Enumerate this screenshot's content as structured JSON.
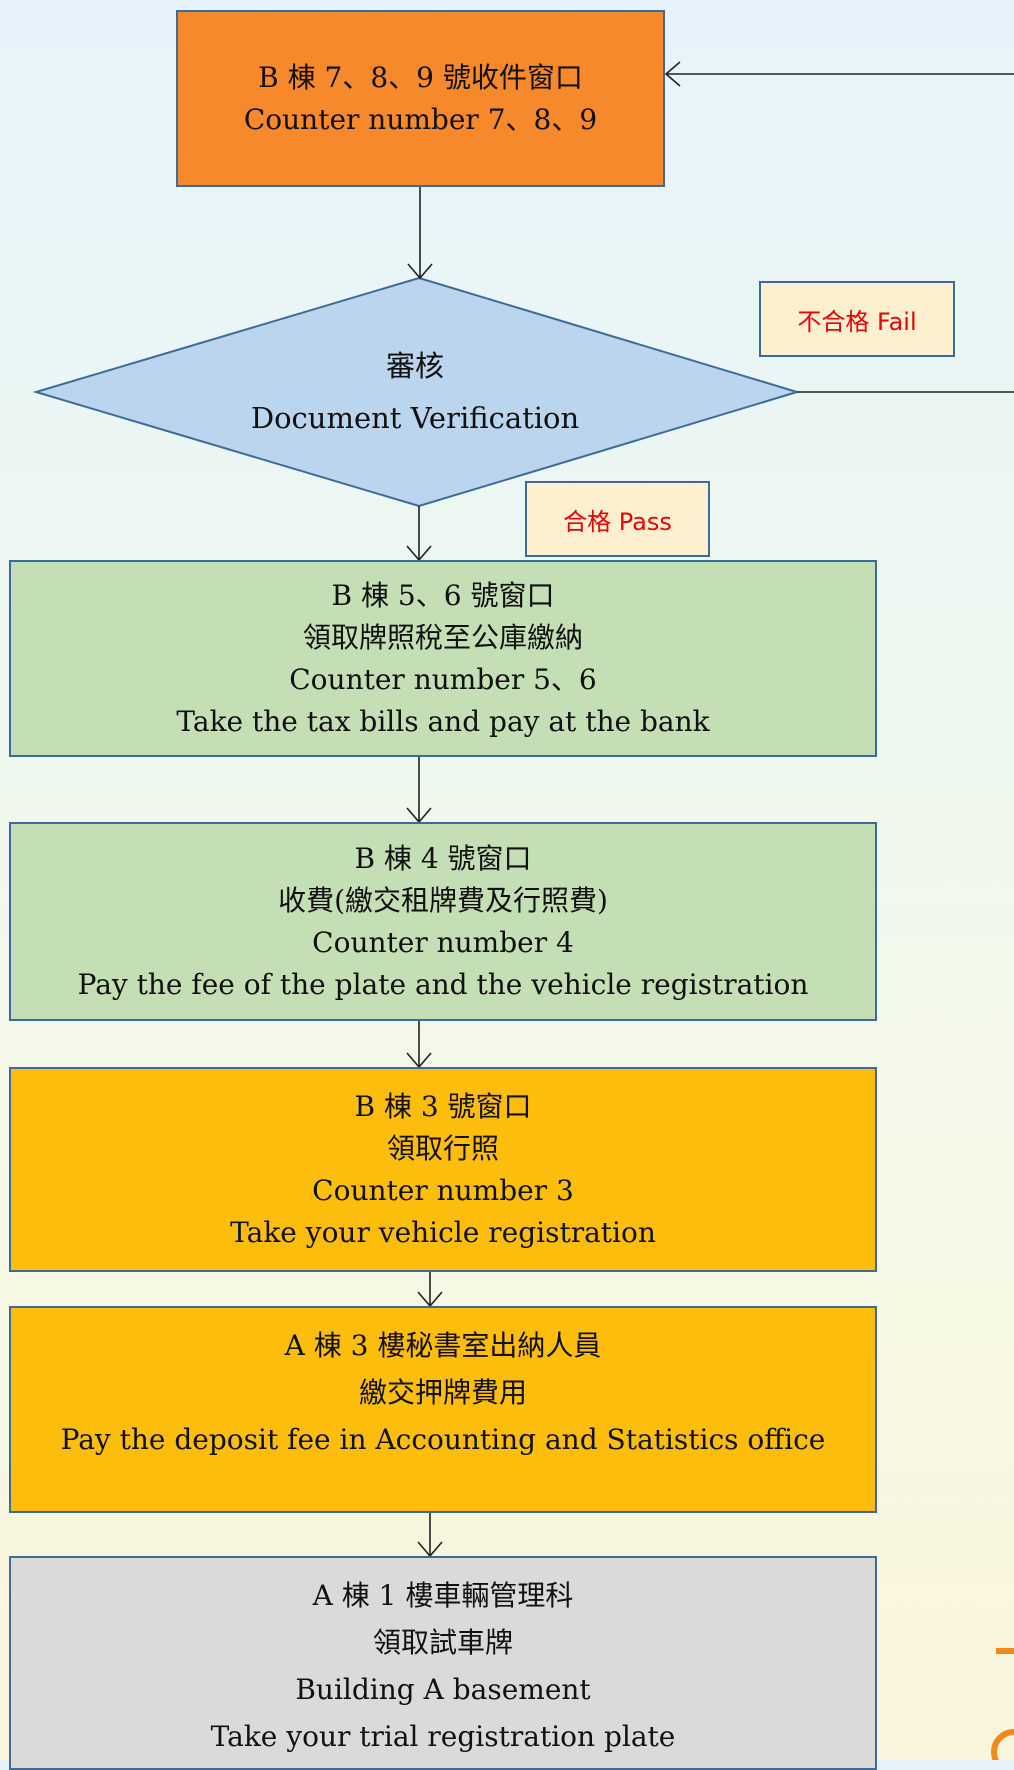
{
  "steps": [
    {
      "lines": [
        "B 棟 7、8、9 號收件窗口",
        "Counter number 7、8、9"
      ]
    },
    {
      "lines": [
        "審核",
        "Document Verification"
      ]
    },
    {
      "lines": [
        "B 棟 5、6 號窗口",
        "領取牌照稅至公庫繳納",
        "Counter number 5、6",
        "Take the tax bills and pay at the bank"
      ]
    },
    {
      "lines": [
        "B 棟 4 號窗口",
        "收費(繳交租牌費及行照費)",
        "Counter number 4",
        "Pay the fee of the plate and the vehicle registration"
      ]
    },
    {
      "lines": [
        "B 棟 3 號窗口",
        "領取行照",
        "Counter number 3",
        "Take your vehicle registration"
      ]
    },
    {
      "lines": [
        "A 棟 3 樓秘書室出納人員",
        "繳交押牌費用",
        "Pay the deposit fee in Accounting and Statistics office"
      ]
    },
    {
      "lines": [
        "A 棟 1 樓車輛管理科",
        "領取試車牌",
        "Building A basement",
        "Take your trial registration plate"
      ]
    }
  ],
  "labels": {
    "fail": "不合格 Fail",
    "pass": "合格 Pass"
  },
  "colors": {
    "orange": "#f5892b",
    "blue": "#bcd5ee",
    "green": "#c4deb5",
    "yellow": "#fdbd0d",
    "gray": "#dadada",
    "label_text": "#e8000b",
    "border": "#3d6b99"
  }
}
